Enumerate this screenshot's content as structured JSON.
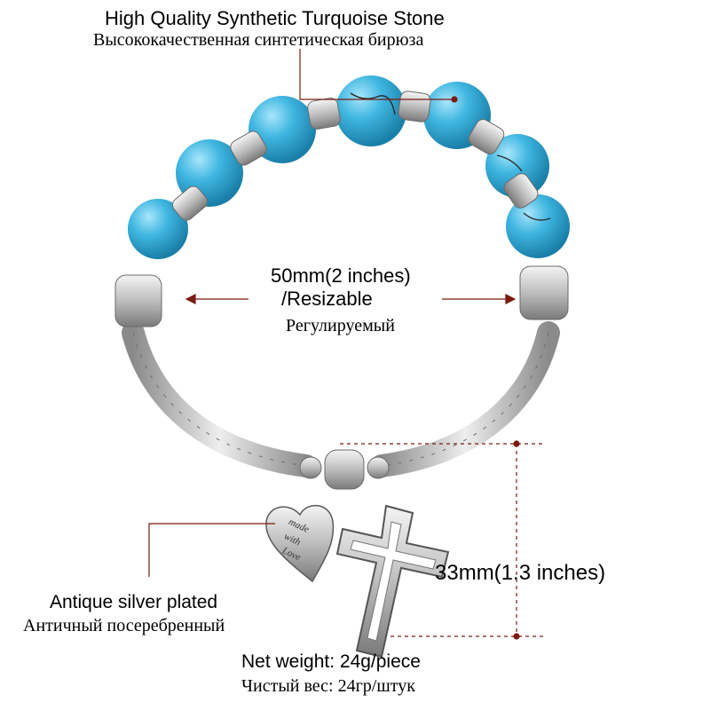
{
  "labels": {
    "stone_en": "High Quality Synthetic Turquoise Stone",
    "stone_ru": "Высококачественная синтетическая бирюза",
    "size_en_1": "50mm(2 inches)",
    "size_en_2": "/Resizable",
    "size_ru": "Регулируемый",
    "plating_en": "Antique silver plated",
    "plating_ru": "Античный посеребренный",
    "pendant_size": "33mm(1.3 inches)",
    "weight_en": "Net weight: 24g/piece",
    "weight_ru": "Чистый вес: 24гр/штук"
  },
  "heart_charm": {
    "line1": "made",
    "line2": "with",
    "line3": "Love"
  },
  "colors": {
    "turquoise": "#3fb6e0",
    "silver": "#c9c9c9",
    "callout_line": "#7a1a12"
  }
}
